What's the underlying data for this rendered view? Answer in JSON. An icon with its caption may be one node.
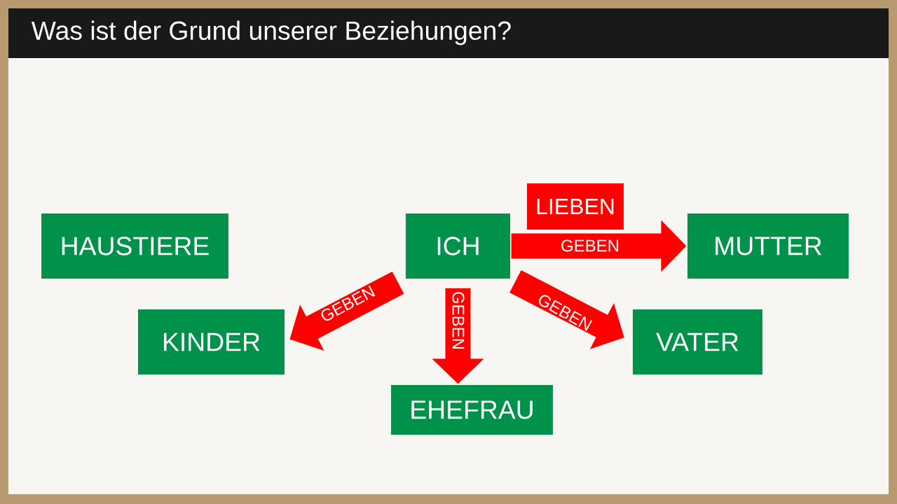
{
  "diagram": {
    "title": "Was ist der Grund unserer Beziehungen?",
    "nodes": [
      {
        "text": [
          "LIEBEN"
        ]
      },
      {
        "text": [
          "HAUSTIERE"
        ]
      },
      {
        "text": [
          "ICH"
        ]
      },
      {
        "text": [
          "MUTTER"
        ]
      },
      {
        "text": [
          "KINDER"
        ]
      },
      {
        "text": [
          "VATER"
        ]
      },
      {
        "text": [
          "EHEFRAU"
        ]
      }
    ],
    "edges": [
      {
        "from": 2,
        "to": 3,
        "arrow": "to",
        "label": "GEBEN"
      },
      {
        "from": 2,
        "to": 4,
        "arrow": "to",
        "label": "GEBEN"
      },
      {
        "from": 2,
        "to": 6,
        "arrow": "to",
        "label": "GEBEN"
      },
      {
        "from": 2,
        "to": 5,
        "arrow": "to",
        "label": "GEBEN"
      }
    ]
  }
}
